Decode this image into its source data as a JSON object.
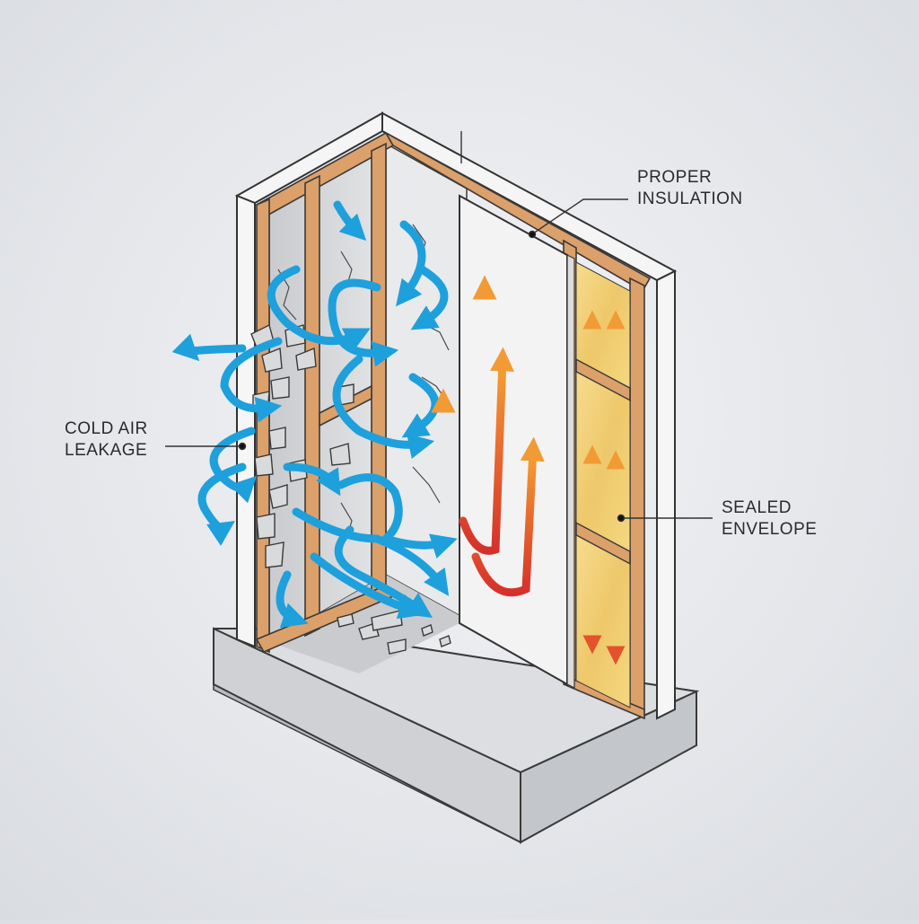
{
  "labels": {
    "proper_insulation": [
      "PROPER",
      "INSULATION"
    ],
    "cold_air_leakage": [
      "COLD AIR",
      "LEAKAGE"
    ],
    "sealed_envelope": [
      "SEALED",
      "ENVELOPE"
    ]
  },
  "colors": {
    "cold_air": "#1ea0dc",
    "warm_air_top": "#f7a233",
    "warm_air_bottom": "#d6302a",
    "timber": "#d99b62",
    "insulation": "#f2d27a",
    "concrete": "#cfd1d4",
    "drywall": "#f4f4f4"
  },
  "icons": [
    "cold-air-arrow-icon",
    "warm-air-arrow-icon",
    "debris-icon"
  ]
}
